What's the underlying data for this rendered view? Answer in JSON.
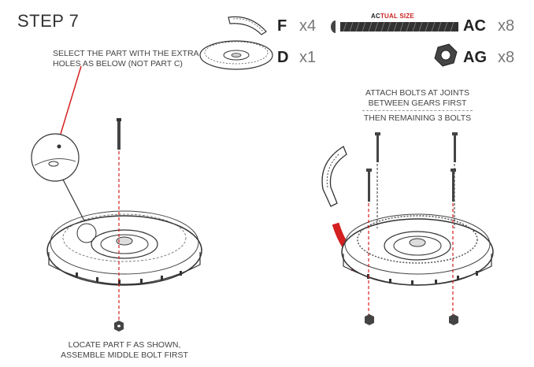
{
  "step": {
    "title": "STEP 7"
  },
  "parts": [
    {
      "code": "F",
      "qty": "x4",
      "icon": "gear-segment-icon"
    },
    {
      "code": "D",
      "qty": "x1",
      "icon": "turntable-base-icon"
    },
    {
      "code": "AC",
      "qty": "x8",
      "icon": "bolt-icon",
      "note_prefix": "AC",
      "note_suffix": "TUAL SIZE"
    },
    {
      "code": "AG",
      "qty": "x8",
      "icon": "lock-nut-icon"
    }
  ],
  "notes": {
    "select_part_line1": "SELECT THE PART WITH THE EXTRA",
    "select_part_line2": "HOLES AS BELOW (NOT PART C)",
    "attach_line1": "ATTACH BOLTS AT JOINTS",
    "attach_line2": "BETWEEN GEARS FIRST",
    "attach_line3": "THEN REMAINING 3 BOLTS",
    "locate_line1": "LOCATE PART F AS SHOWN,",
    "locate_line2": "ASSEMBLE MIDDLE BOLT FIRST"
  },
  "colors": {
    "accent": "#d42020",
    "line": "#333333"
  }
}
